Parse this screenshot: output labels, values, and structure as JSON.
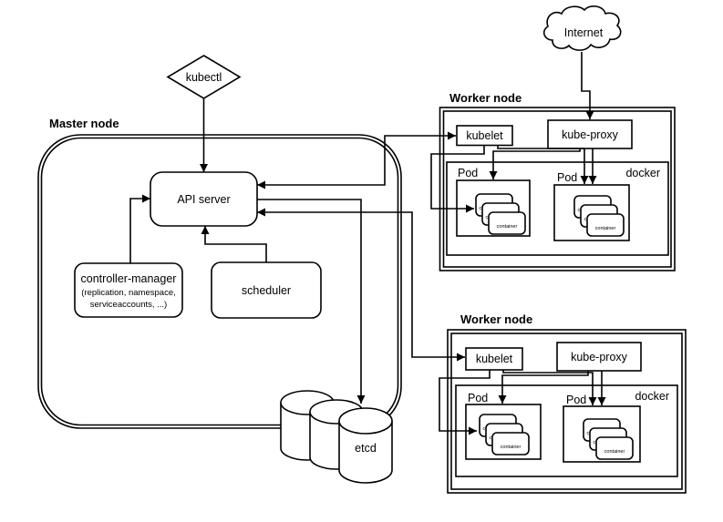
{
  "colors": {
    "stroke": "#000000",
    "background": "#ffffff"
  },
  "kubectl_label": "kubectl",
  "internet_label": "Internet",
  "master": {
    "title": "Master node",
    "api_server": "API server",
    "controller_manager": {
      "line1": "controller-manager",
      "line2": "(replication, namespace,",
      "line3": "serviceaccounts, ...)"
    },
    "scheduler": "scheduler",
    "etcd": "etcd"
  },
  "workers": [
    {
      "title": "Worker node",
      "kubelet": "kubelet",
      "kube_proxy": "kube-proxy",
      "docker": "docker",
      "container_label": "container",
      "pods": [
        {
          "label": "Pod"
        },
        {
          "label": "Pod"
        }
      ]
    },
    {
      "title": "Worker node",
      "kubelet": "kubelet",
      "kube_proxy": "kube-proxy",
      "docker": "docker",
      "container_label": "container",
      "pods": [
        {
          "label": "Pod"
        },
        {
          "label": "Pod"
        }
      ]
    }
  ]
}
